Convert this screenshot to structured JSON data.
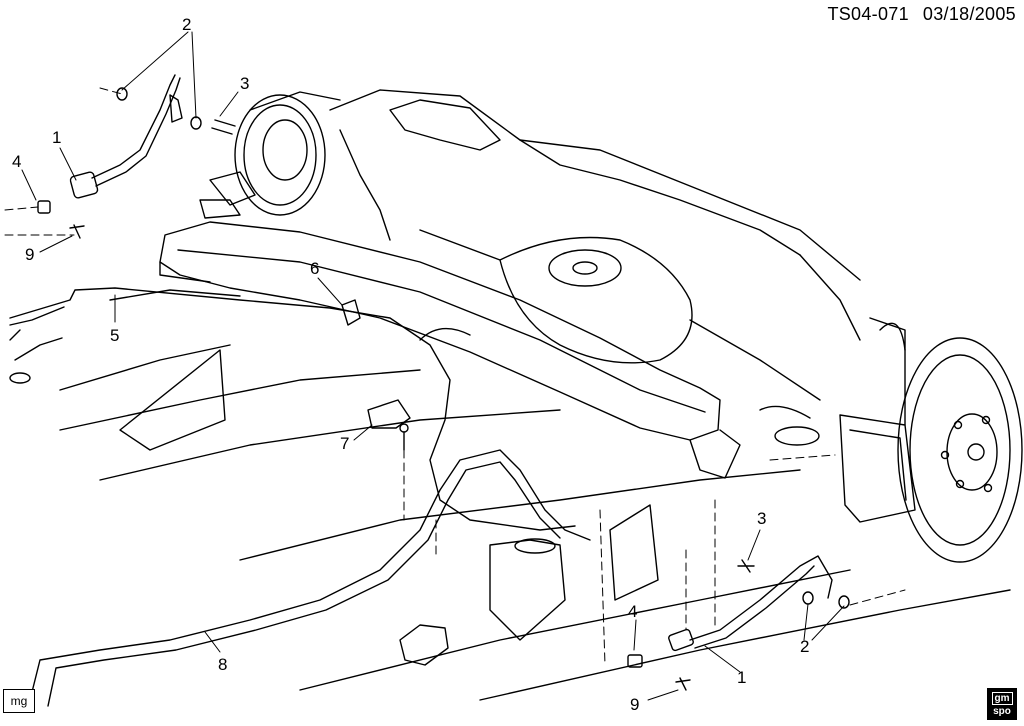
{
  "header": {
    "doc_id": "TS04-071",
    "date": "03/18/2005"
  },
  "corner_badge": "mg",
  "logo": {
    "line1": "gm",
    "line2": "spo"
  },
  "callouts": {
    "c1a": "1",
    "c1b": "1",
    "c2a": "2",
    "c2b": "2",
    "c3a": "3",
    "c3b": "3",
    "c4a": "4",
    "c4b": "4",
    "c5": "5",
    "c6": "6",
    "c7": "7",
    "c8": "8",
    "c9a": "9",
    "c9b": "9"
  }
}
